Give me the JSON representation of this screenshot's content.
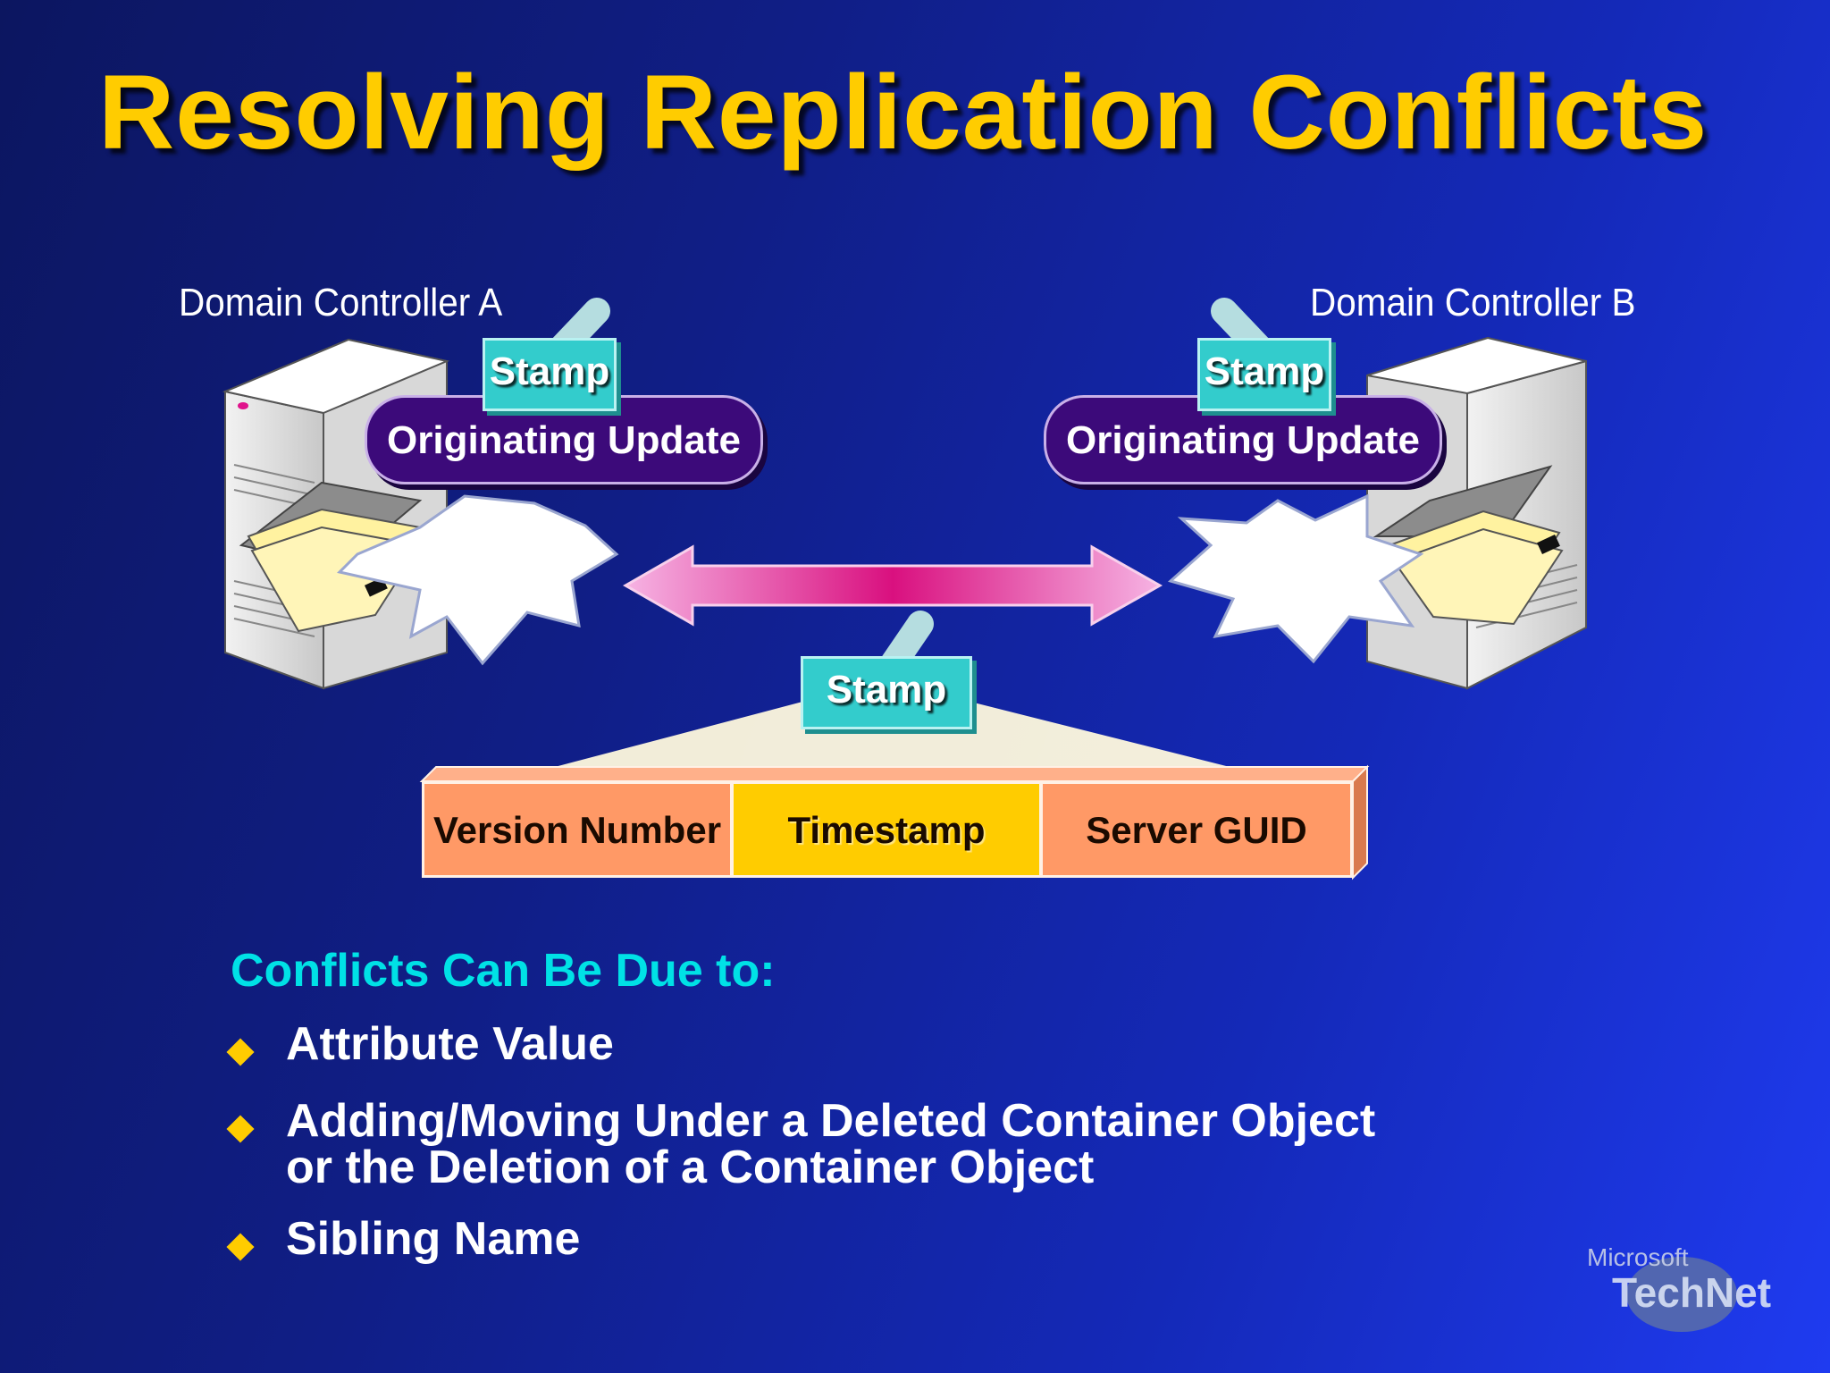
{
  "title": "Resolving Replication Conflicts",
  "diagram": {
    "dc_a_label": "Domain Controller A",
    "dc_b_label": "Domain Controller B",
    "stamp_label": "Stamp",
    "originating_update_label": "Originating Update",
    "stamp_fields": [
      "Version Number",
      "Timestamp",
      "Server GUID"
    ]
  },
  "conflicts": {
    "heading": "Conflicts Can Be Due to:",
    "items": [
      {
        "line1": "Attribute Value",
        "line2": ""
      },
      {
        "line1": "Adding/Moving Under a Deleted Container Object",
        "line2": "or the Deletion of a Container Object"
      },
      {
        "line1": "Sibling Name",
        "line2": ""
      }
    ]
  },
  "logo": {
    "top": "Microsoft",
    "bottom": "TechNet"
  },
  "colors": {
    "title": "#ffcc00",
    "heading": "#00e1e6",
    "stamp": "#33cccc",
    "pill": "#3c0a7a",
    "arrow": "#e0339a",
    "cell_orange": "#ff9966",
    "cell_yellow": "#ffcc00"
  }
}
